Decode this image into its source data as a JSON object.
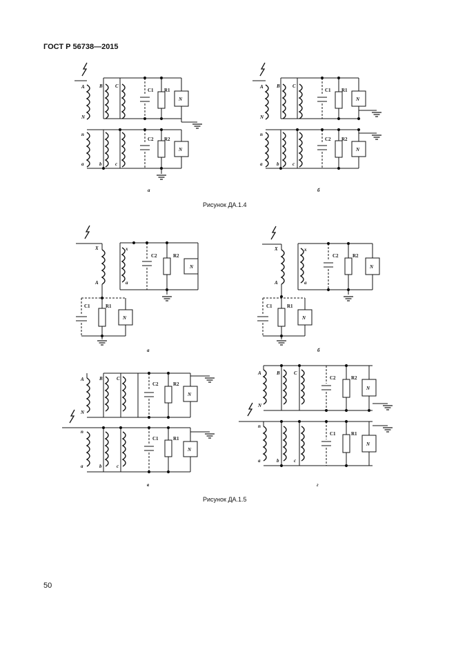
{
  "header": {
    "doc_id": "ГОСТ Р 56738—2015"
  },
  "figures": {
    "fig14_caption": "Рисунок ДА.1.4",
    "fig15_caption": "Рисунок ДА.1.5"
  },
  "sub_labels": {
    "f14a": "а",
    "f14b": "б",
    "f15a": "а",
    "f15b": "б",
    "f15c": "в",
    "f15d": "г"
  },
  "component_labels": {
    "c1": "C1",
    "c2": "C2",
    "r1": "R1",
    "r2": "R2",
    "n": "N",
    "wA": "A",
    "wB": "B",
    "wC": "C",
    "wN": "N",
    "wn": "n",
    "wa": "a",
    "wb": "b",
    "wc": "c",
    "wX": "X",
    "wx": "x"
  },
  "footer": {
    "page_number": "50"
  }
}
